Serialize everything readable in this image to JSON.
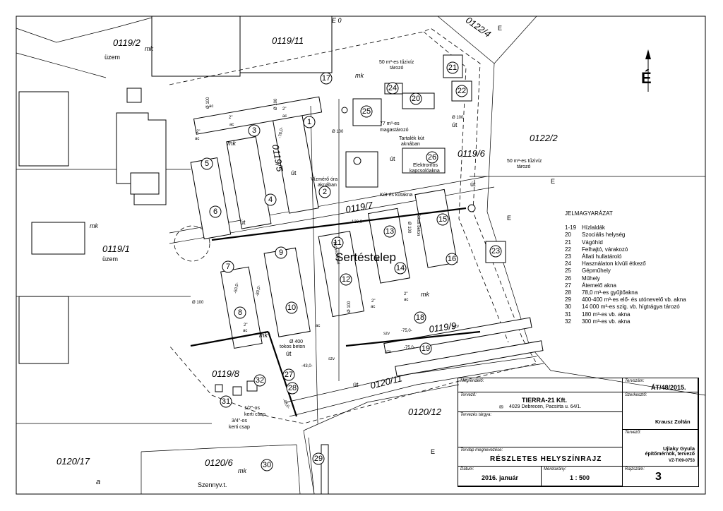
{
  "map": {
    "site_name": "Sertéstelep",
    "parcels": [
      "0119/2",
      "0119/11",
      "0122/4",
      "0122/2",
      "0119/6",
      "0119/5",
      "0119/7",
      "0119/1",
      "0119/9",
      "0119/8",
      "0120/11",
      "0120/12",
      "0120/17",
      "0120/6"
    ],
    "land_use": [
      "üzem",
      "üzem",
      "mk",
      "mk",
      "mk",
      "mk",
      "mk",
      "mk",
      "mk",
      "a",
      "E",
      "E",
      "E",
      "E 0",
      "Szennyv.t."
    ],
    "buildings": [
      "1",
      "2",
      "3",
      "4",
      "5",
      "6",
      "7",
      "8",
      "9",
      "10",
      "11",
      "12",
      "13",
      "14",
      "15",
      "16",
      "17",
      "18",
      "19",
      "20",
      "21",
      "22",
      "23",
      "24",
      "25",
      "26",
      "27",
      "28",
      "29",
      "30",
      "31",
      "32"
    ],
    "roads": [
      "út",
      "út",
      "út",
      "út",
      "út",
      "út",
      "út",
      "út"
    ],
    "annotations": {
      "tank50_top": [
        "50 m³-es tűzivíz",
        "tározó"
      ],
      "tank77": [
        "77 m³-es",
        "magastározó"
      ],
      "reserve_well": [
        "Tartalék kút",
        "aknában"
      ],
      "electric": [
        "Elektromos",
        "kapcsolóakna"
      ],
      "water_meter": [
        "Vízmérő óra",
        "aknában"
      ],
      "well": "Kút és kútakna",
      "tank50_right": [
        "50 m³-es tűzivíz",
        "tározó"
      ],
      "cable": "Tokos beton",
      "garden_half": [
        "1/2\"-os",
        "kerti csap"
      ],
      "garden_three": [
        "3/4\"-os",
        "kerti csap"
      ],
      "pipe_d100": [
        "Ø 100",
        "Ø 100",
        "Ø 100",
        "Ø 100",
        "Ø 100",
        "Ø 100",
        "Ø 100"
      ],
      "pipe_d400": "Ø 400",
      "pipe_tokos": "tokos beton",
      "pipe_ac": [
        "ac",
        "ac",
        "ac",
        "ac",
        "ac",
        "ac",
        "ac",
        "ac"
      ],
      "pipe_2q": [
        "2\"",
        "2\"",
        "2\"",
        "2\"",
        "2\"",
        "2\""
      ],
      "tech": "Technológiai",
      "szv": [
        "szv",
        "szv",
        "szv",
        "szv"
      ],
      "kotu": [
        "Ø 400",
        "tokos beton"
      ],
      "levels": [
        "-78,0-",
        "-120,0-",
        "-75,0-",
        "-75,0-",
        "-43,0-",
        "-80,0-",
        "-48,0-",
        "-50,0-"
      ]
    }
  },
  "legend": {
    "title": "JELMAGYARÁZAT",
    "items": [
      {
        "key": "1-19",
        "text": "Hízlaldák"
      },
      {
        "key": "20",
        "text": "Szociális helység"
      },
      {
        "key": "21",
        "text": "Vágóhíd"
      },
      {
        "key": "22",
        "text": "Felhajtó, várakozó"
      },
      {
        "key": "23",
        "text": "Állati hullatároló"
      },
      {
        "key": "24",
        "text": "Használaton kívüli étkező"
      },
      {
        "key": "25",
        "text": "Gépműhely"
      },
      {
        "key": "26",
        "text": "Műhely"
      },
      {
        "key": "27",
        "text": "Átemelő akna"
      },
      {
        "key": "28",
        "text": "78,0 m³-es gyűjtőakna"
      },
      {
        "key": "29",
        "text": "400-400 m³-es elő- és utónevelő vb. akna"
      },
      {
        "key": "30",
        "text": "14 000 m³-es szig. vb. hígtrágya tározó"
      },
      {
        "key": "31",
        "text": "180 m³-es vb. akna"
      },
      {
        "key": "32",
        "text": "300 m³-es vb. akna"
      }
    ]
  },
  "north_arrow": {
    "letter": "É"
  },
  "title_block": {
    "client_caption": "Megrendelő:",
    "drawing_no_caption": "Tervszám:",
    "drawing_no": "ÁT/48/2015.",
    "designer_caption": "Tervező:",
    "company": "TIERRA-21 Kft.",
    "address": "4029 Debrecen, Pacsirta u. 64/1.",
    "editor_caption": "Szerkesztő:",
    "editor": "Krausz Zoltán",
    "subject_caption": "Tervezés tárgya:",
    "designer2_caption": "Tervező:",
    "designer_name": "Ujlaky Gyula",
    "designer_title": "építőmérnök, tervező",
    "designer_reg": "VZ-T/09-0753",
    "sheet_caption": "Tervlap megnevezése:",
    "sheet_title": "RÉSZLETES HELYSZÍNRAJZ",
    "date_caption": "Dátum:",
    "date": "2016. január",
    "scale_caption": "Méretarány:",
    "scale": "1 : 500",
    "drawing_num_caption": "Rajzszám:",
    "drawing_num": "3"
  }
}
